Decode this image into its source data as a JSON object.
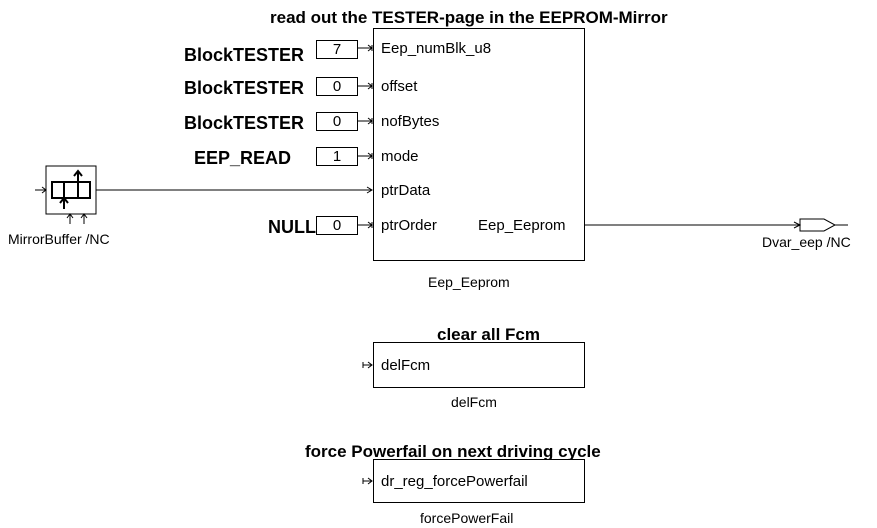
{
  "titles": {
    "eeprom_read": "read out the TESTER-page in the EEPROM-Mirror",
    "clear_fcm": "clear all Fcm",
    "force_powerfail": "force Powerfail on next driving cycle"
  },
  "constants": [
    {
      "label": "BlockTESTER",
      "value": "7",
      "port": "Eep_numBlk_u8"
    },
    {
      "label": "BlockTESTER",
      "value": "0",
      "port": "offset"
    },
    {
      "label": "BlockTESTER",
      "value": "0",
      "port": "nofBytes"
    },
    {
      "label": "EEP_READ",
      "value": "1",
      "port": "mode"
    },
    {
      "label": "NULL",
      "value": "0",
      "port": "ptrOrder"
    }
  ],
  "eeprom_block": {
    "ptr_data_port": "ptrData",
    "output_port": "Eep_Eeprom",
    "caption": "Eep_Eeprom"
  },
  "mirror_buffer": {
    "caption": "MirrorBuffer /NC"
  },
  "output_signal": {
    "caption": "Dvar_eep /NC"
  },
  "delfcm_block": {
    "port": "delFcm",
    "caption": "delFcm"
  },
  "powerfail_block": {
    "port": "dr_reg_forcePowerfail",
    "caption": "forcePowerFail"
  }
}
